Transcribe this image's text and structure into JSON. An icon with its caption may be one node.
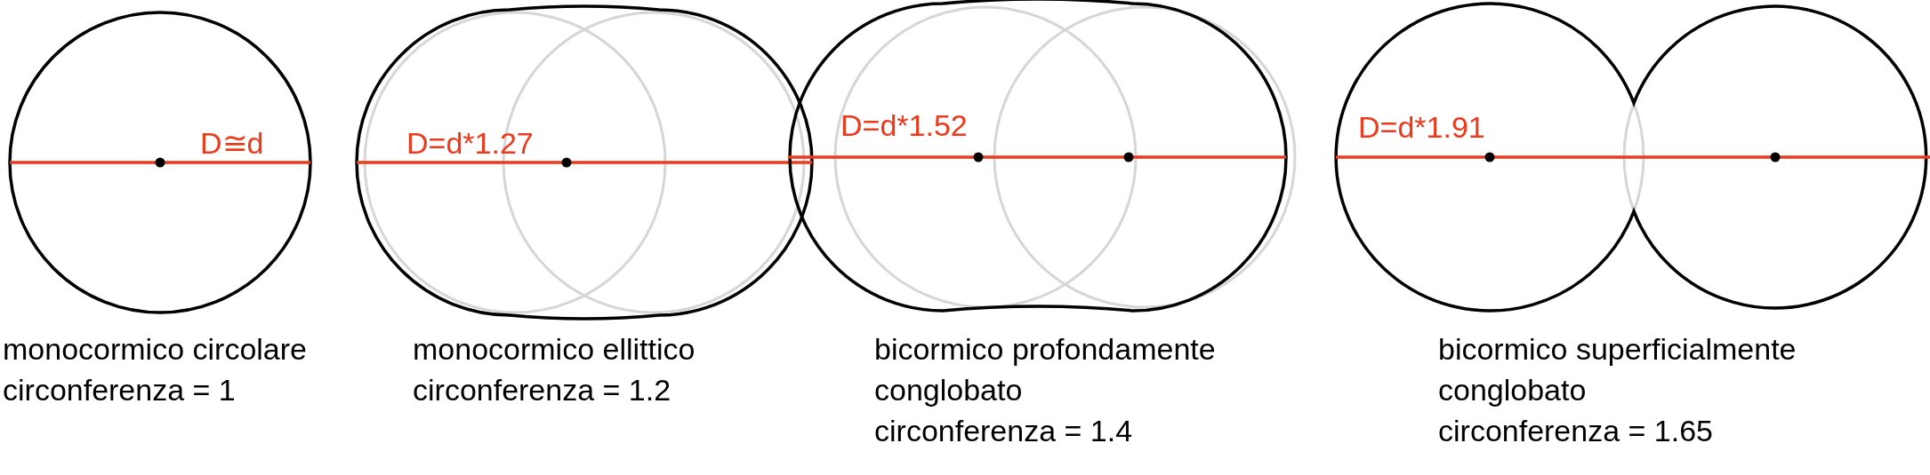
{
  "diagram": {
    "nodes": [
      {
        "text": [
          "D≅d"
        ],
        "beside": [
          "monocormico circolare",
          "circonferenza = 1"
        ]
      },
      {
        "text": [
          "D=d*1.27"
        ],
        "beside": [
          "monocormico ellittico",
          "circonferenza = 1.2"
        ]
      },
      {
        "text": [
          "D=d*1.52"
        ],
        "beside": [
          "bicormico profondamente conglobato",
          "circonferenza = 1.4"
        ]
      },
      {
        "text": [
          "D=d*1.91"
        ],
        "beside": [
          "bicormico superficialmente conglobato",
          "circonferenza = 1.65"
        ]
      }
    ]
  }
}
